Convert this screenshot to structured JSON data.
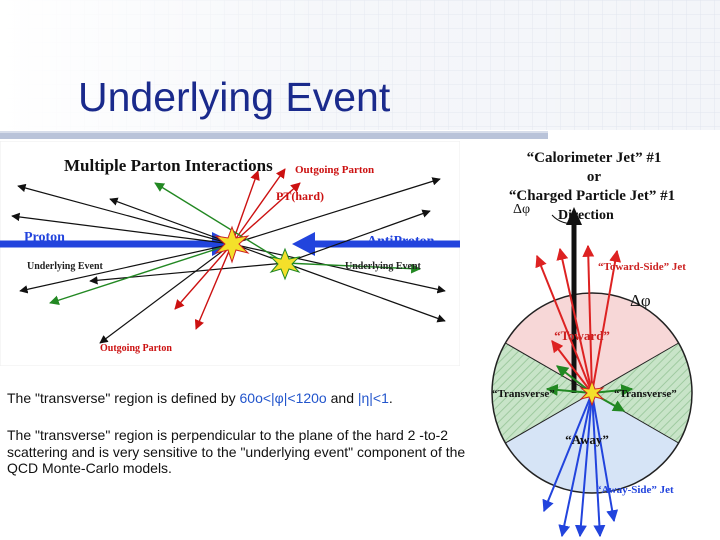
{
  "slide": {
    "title": "Underlying Event"
  },
  "left_figure": {
    "heading": "Multiple Parton Interactions",
    "outgoing_parton_top": "Outgoing Parton",
    "pt_hard": "PT(hard)",
    "proton": "Proton",
    "antiproton": "AntiProton",
    "underlying_event_left": "Underlying Event",
    "underlying_event_right": "Underlying Event",
    "outgoing_parton_bottom": "Outgoing Parton"
  },
  "right_figure": {
    "jet_line1": "“Calorimeter Jet” #1",
    "jet_line2": "or",
    "jet_line3": "“Charged Particle Jet” #1",
    "direction": "Direction",
    "dphi_small": "Δφ",
    "toward_side_jet": "“Toward-Side” Jet",
    "dphi_large": "Δφ",
    "toward": "“Toward”",
    "transverse_left": "“Transverse”",
    "transverse_right": "“Transverse”",
    "away": "“Away”",
    "away_side_jet": "“Away-Side” Jet"
  },
  "text": {
    "p1_before": "The \"transverse\" region is defined by ",
    "p1_phi_range": "60o<|φ|<120o",
    "p1_and": " and ",
    "p1_eta": "|η|<1",
    "p1_end": ".",
    "p2": "The \"transverse\" region is perpendicular to the plane of the hard 2 -to-2 scattering and is very sensitive to the \"underlying event\" component of the QCD Monte-Carlo models."
  },
  "colors": {
    "title": "#1a2a8c",
    "highlight": "#2255cc",
    "beam_blue": "#2244dd",
    "jet_red": "#dd2222",
    "ue_green": "#228822",
    "toward_label": "#cc2222",
    "transverse_fill": "#bfe0c0",
    "toward_fill": "#f3cfcf",
    "away_fill": "#cfe0f5"
  }
}
